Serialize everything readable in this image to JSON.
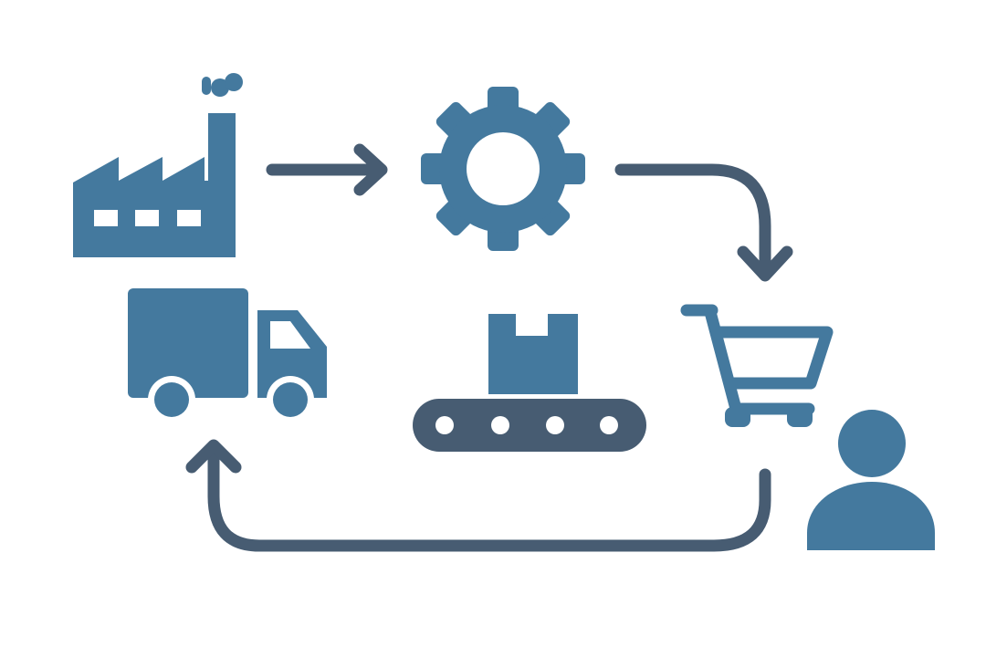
{
  "diagram": {
    "type": "supply-chain-cycle",
    "colors": {
      "icon": "#44799e",
      "arrow": "#475c72",
      "background": "#ffffff"
    },
    "nodes": [
      {
        "id": "factory",
        "icon": "factory-icon"
      },
      {
        "id": "processing",
        "icon": "gear-icon"
      },
      {
        "id": "shopping",
        "icon": "shopping-cart-icon"
      },
      {
        "id": "customer",
        "icon": "user-icon"
      },
      {
        "id": "packaging",
        "icon": "conveyor-belt-box-icon"
      },
      {
        "id": "delivery",
        "icon": "delivery-truck-icon"
      }
    ],
    "flows": [
      {
        "from": "factory",
        "to": "processing"
      },
      {
        "from": "processing",
        "to": "shopping"
      },
      {
        "from": "shopping",
        "to": "delivery"
      }
    ]
  }
}
